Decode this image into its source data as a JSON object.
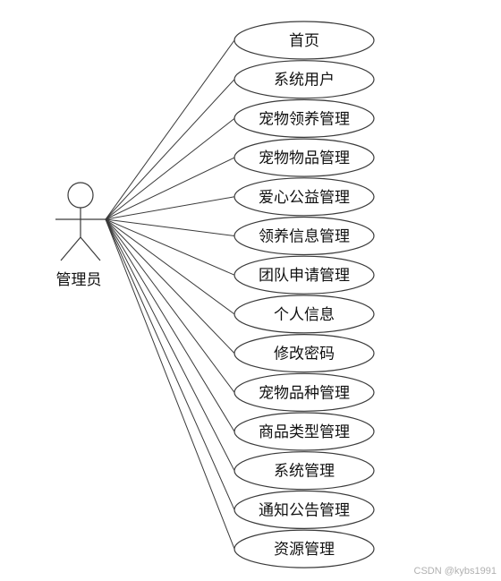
{
  "actor": {
    "label": "管理员"
  },
  "use_cases": [
    "首页",
    "系统用户",
    "宠物领养管理",
    "宠物物品管理",
    "爱心公益管理",
    "领养信息管理",
    "团队申请管理",
    "个人信息",
    "修改密码",
    "宠物品种管理",
    "商品类型管理",
    "系统管理",
    "通知公告管理",
    "资源管理"
  ],
  "watermark": "CSDN @kybs1991",
  "colors": {
    "stroke": "#3a3a3a",
    "fill": "#ffffff",
    "watermark": "#b0b0b0"
  }
}
